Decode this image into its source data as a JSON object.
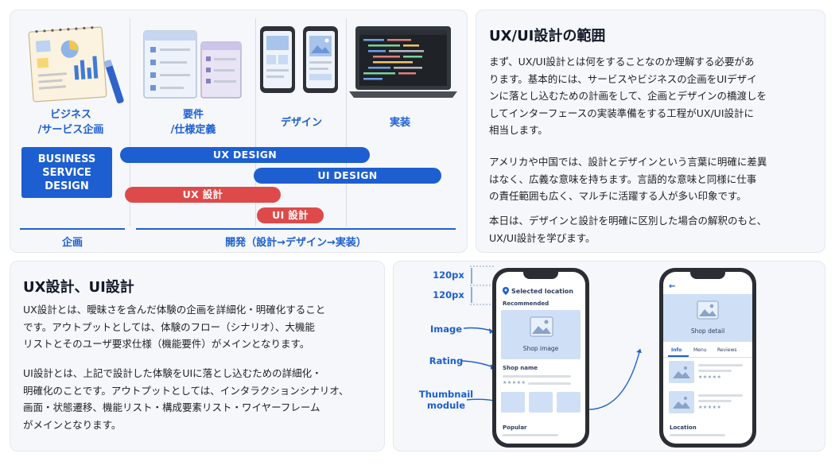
{
  "process": {
    "stages": [
      {
        "line1": "ビジネス",
        "line2": "/サービス企画"
      },
      {
        "line1": "要件",
        "line2": "/仕様定義"
      },
      {
        "line1": "デザイン",
        "line2": ""
      },
      {
        "line1": "実装",
        "line2": ""
      }
    ],
    "biz_box": [
      "BUSINESS",
      "SERVICE",
      "DESIGN"
    ],
    "bars": {
      "ux_design": "UX DESIGN",
      "ui_design": "UI DESIGN",
      "ux_sekkei": "UX 設計",
      "ui_sekkei": "UI 設計"
    },
    "bottom": {
      "plan": "企画",
      "dev": "開発（設計→デザイン→実装）"
    },
    "colors": {
      "blue": "#1d5fd1",
      "red": "#de4a4a"
    }
  },
  "scope": {
    "title": "UX/UI設計の範囲",
    "paragraphs": [
      [
        "まず、UX/UI設計とは何をすることなのか理解する必要があ",
        "ります。基本的には、サービスやビジネスの企画をUIデザイ",
        "ンに落とし込むための計画をして、企画とデザインの橋渡しを",
        "してインターフェースの実装準備をする工程がUX/UI設計に",
        "相当します。"
      ],
      [
        "アメリカや中国では、設計とデザインという言葉に明確に差異",
        "はなく、広義な意味を持ちます。言語的な意味と同様に仕事",
        "の責任範囲も広く、マルチに活躍する人が多い印象です。"
      ],
      [
        "本日は、デザインと設計を明確に区別した場合の解釈のもと、",
        "UX/UI設計を学びます。"
      ]
    ]
  },
  "uxui": {
    "title": "UX設計、UI設計",
    "paragraphs": [
      [
        "UX設計とは、曖昧さを含んだ体験の企画を詳細化・明確化すること",
        "です。アウトプットとしては、体験のフロー（シナリオ）、大機能",
        "リストとそのユーザ要求仕様（機能要件）がメインとなります。"
      ],
      [
        "UI設計とは、上記で設計した体験をUIに落とし込むための詳細化・",
        "明確化のことです。アウトプットとしては、インタラクションシナリオ、",
        "画面・状態遷移、機能リスト・構成要素リスト・ワイヤーフレーム",
        "がメインとなります。"
      ]
    ]
  },
  "wireframe": {
    "dims": [
      "120px",
      "120px"
    ],
    "annotations": {
      "image": "Image",
      "rating": "Rating",
      "thumb1": "Thumbnail",
      "thumb2": "module"
    },
    "phone1": {
      "location": "Selected location",
      "recommended": "Recommended",
      "shop_image": "Shop image",
      "shop_name": "Shop name",
      "popular": "Popular",
      "stars": "★★★★★"
    },
    "phone2": {
      "back": "←",
      "shop_detail": "Shop detail",
      "tabs": [
        "Info",
        "Menu",
        "Reviews"
      ],
      "location": "Location",
      "stars": "★★★★★"
    }
  }
}
